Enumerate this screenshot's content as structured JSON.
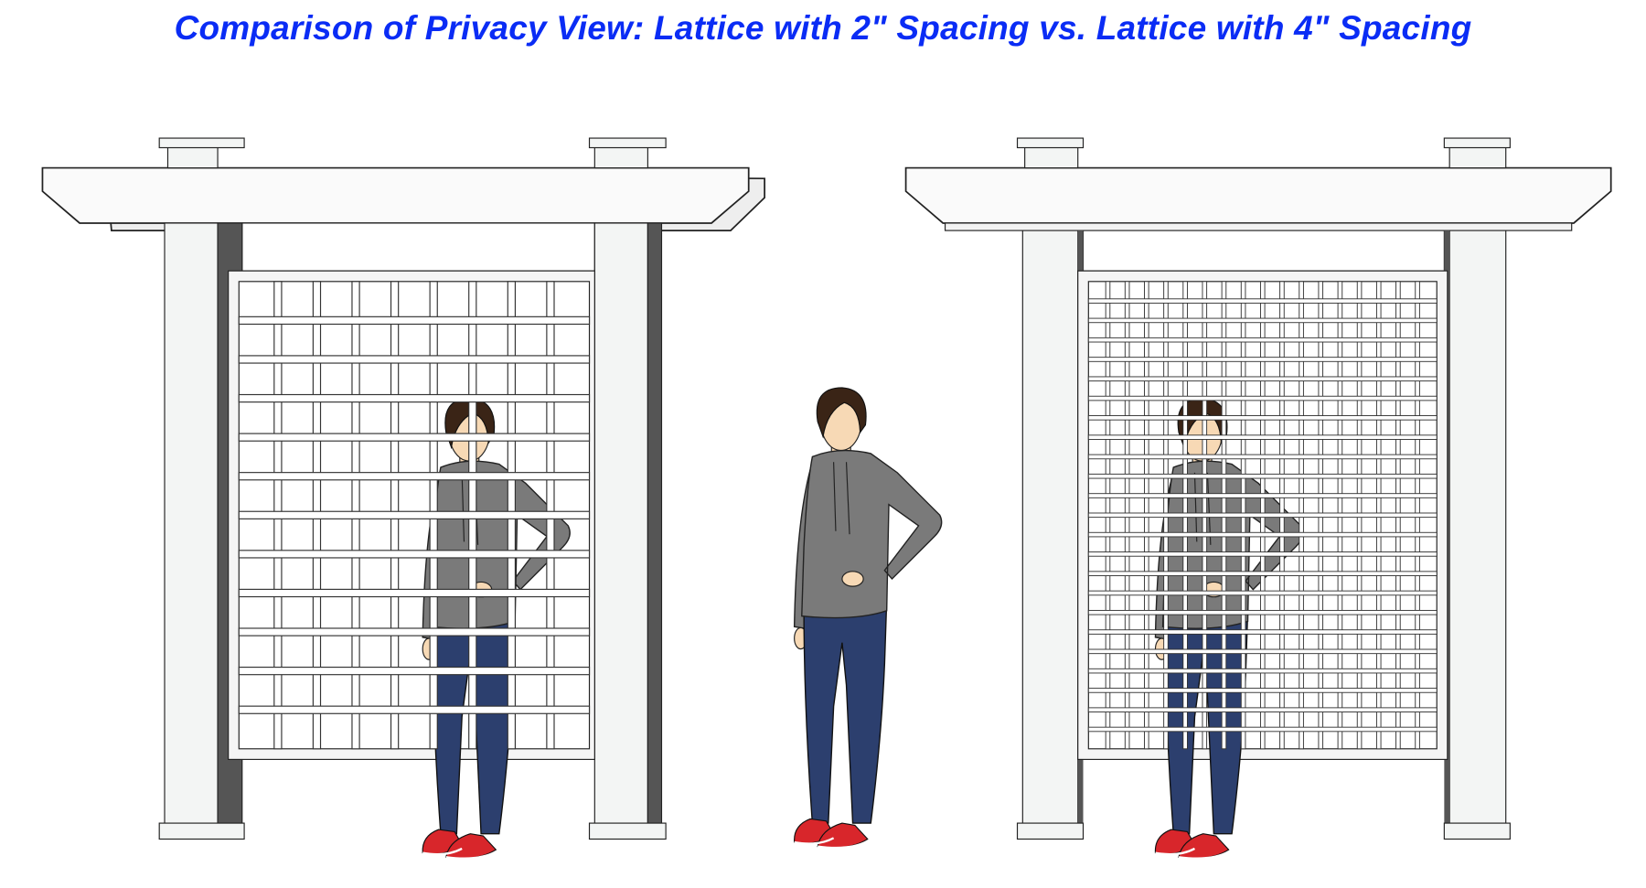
{
  "title": "Comparison of Privacy View: Lattice with 2\" Spacing vs. Lattice with 4\" Spacing",
  "panels": [
    {
      "name": "left-pergola",
      "lattice_columns": 9,
      "lattice_rows": 12
    },
    {
      "name": "right-pergola",
      "lattice_columns": 18,
      "lattice_rows": 24
    }
  ],
  "colors": {
    "title": "#0a2cf5",
    "post": "#f3f5f4",
    "post_shadow": "#555555",
    "hoodie": "#7a7a7a",
    "jeans": "#2c3f6e",
    "shoes": "#d8262b",
    "hair": "#3a2416",
    "skin": "#f7d9b5"
  }
}
